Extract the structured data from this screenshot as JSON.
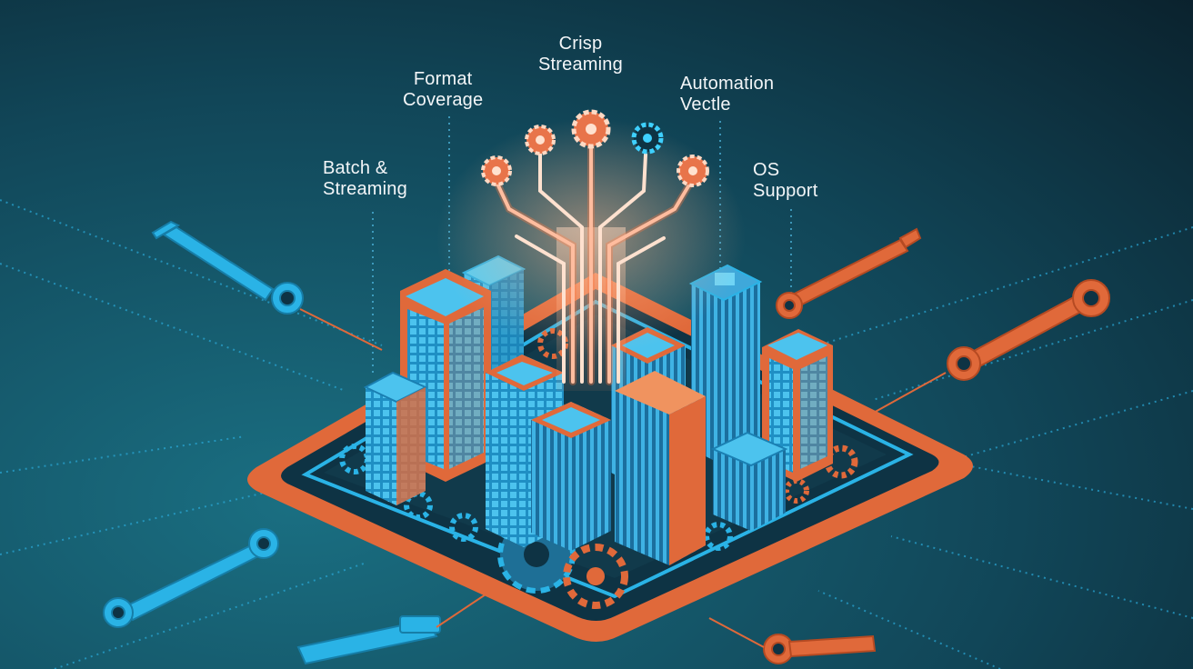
{
  "feature_labels": [
    {
      "id": "batch",
      "lines": [
        "Batch &",
        "Streaming"
      ]
    },
    {
      "id": "format",
      "lines": [
        "Format",
        "Coverage"
      ]
    },
    {
      "id": "crisp",
      "lines": [
        "Crisp",
        "Streaming"
      ]
    },
    {
      "id": "automation",
      "lines": [
        "Automation",
        "Vectle"
      ]
    },
    {
      "id": "os",
      "lines": [
        "OS",
        "Support"
      ]
    }
  ],
  "colors": {
    "background_dark": "#0b2733",
    "background_teal": "#145b6c",
    "accent_orange": "#e0693a",
    "accent_blue": "#2ab3e6",
    "glow": "#ffb48a"
  },
  "icons": [
    "wrench-icon",
    "gear-icon",
    "circuit-tree-icon",
    "building-icon"
  ]
}
